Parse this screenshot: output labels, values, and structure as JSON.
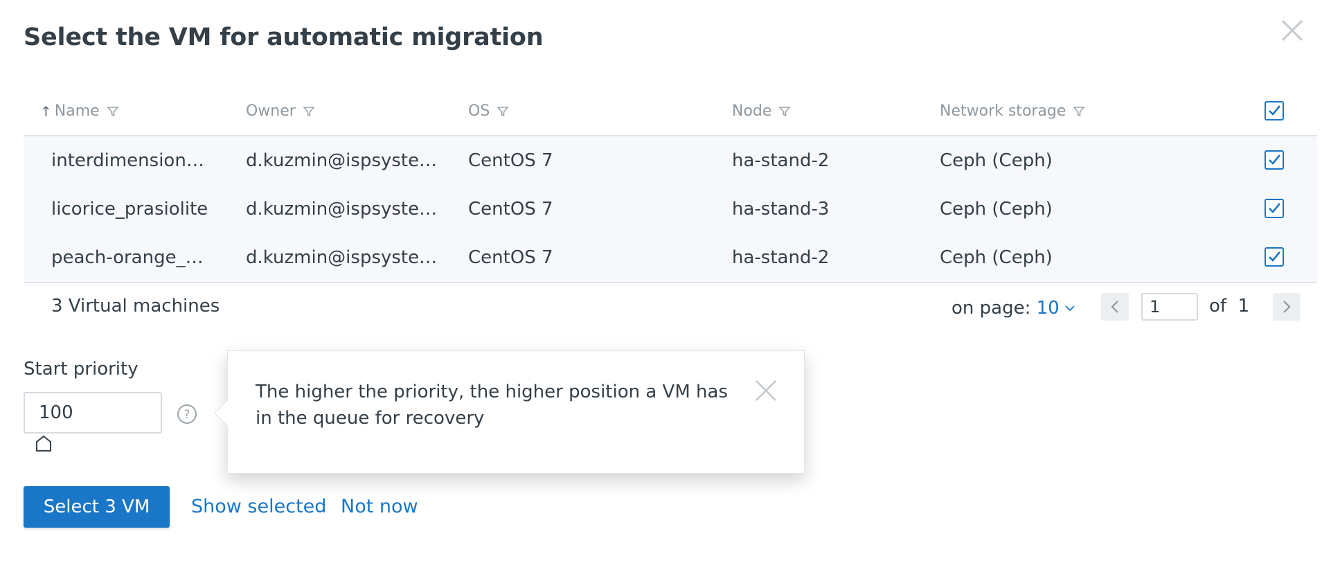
{
  "dialog": {
    "title": "Select the VM for automatic migration"
  },
  "table": {
    "sort_arrow": "↑",
    "columns": [
      {
        "label": "Name"
      },
      {
        "label": "Owner"
      },
      {
        "label": "OS"
      },
      {
        "label": "Node"
      },
      {
        "label": "Network storage"
      }
    ],
    "header_checked": true,
    "rows": [
      {
        "name": "interdimensiona…",
        "owner": "d.kuzmin@ispsyste…",
        "os": "CentOS 7",
        "node": "ha-stand-2",
        "storage": "Ceph (Ceph)",
        "checked": true
      },
      {
        "name": "licorice_prasiolite",
        "owner": "d.kuzmin@ispsyste…",
        "os": "CentOS 7",
        "node": "ha-stand-3",
        "storage": "Ceph (Ceph)",
        "checked": true
      },
      {
        "name": "peach-orange_g…",
        "owner": "d.kuzmin@ispsyste…",
        "os": "CentOS 7",
        "node": "ha-stand-2",
        "storage": "Ceph (Ceph)",
        "checked": true
      }
    ],
    "footer": {
      "count_text": "3 Virtual machines",
      "on_page_label": "on page:",
      "per_page": "10",
      "page_value": "1",
      "of_text": "of",
      "total_pages": "1"
    }
  },
  "priority": {
    "label": "Start priority",
    "value": "100"
  },
  "tooltip": {
    "text": "The higher the priority, the higher position a VM has in the queue for recovery"
  },
  "actions": {
    "primary_label": "Select 3 VM",
    "show_selected_label": "Show selected",
    "not_now_label": "Not now"
  },
  "colors": {
    "accent": "#1a76c6",
    "text": "#343f48",
    "muted": "#8e979e",
    "row_bg": "#f6f8fb"
  },
  "icons": [
    "close-icon",
    "filter-icon",
    "checkbox-checked-icon",
    "chevron-down-icon",
    "chevron-left-icon",
    "chevron-right-icon",
    "help-icon",
    "home-icon"
  ]
}
